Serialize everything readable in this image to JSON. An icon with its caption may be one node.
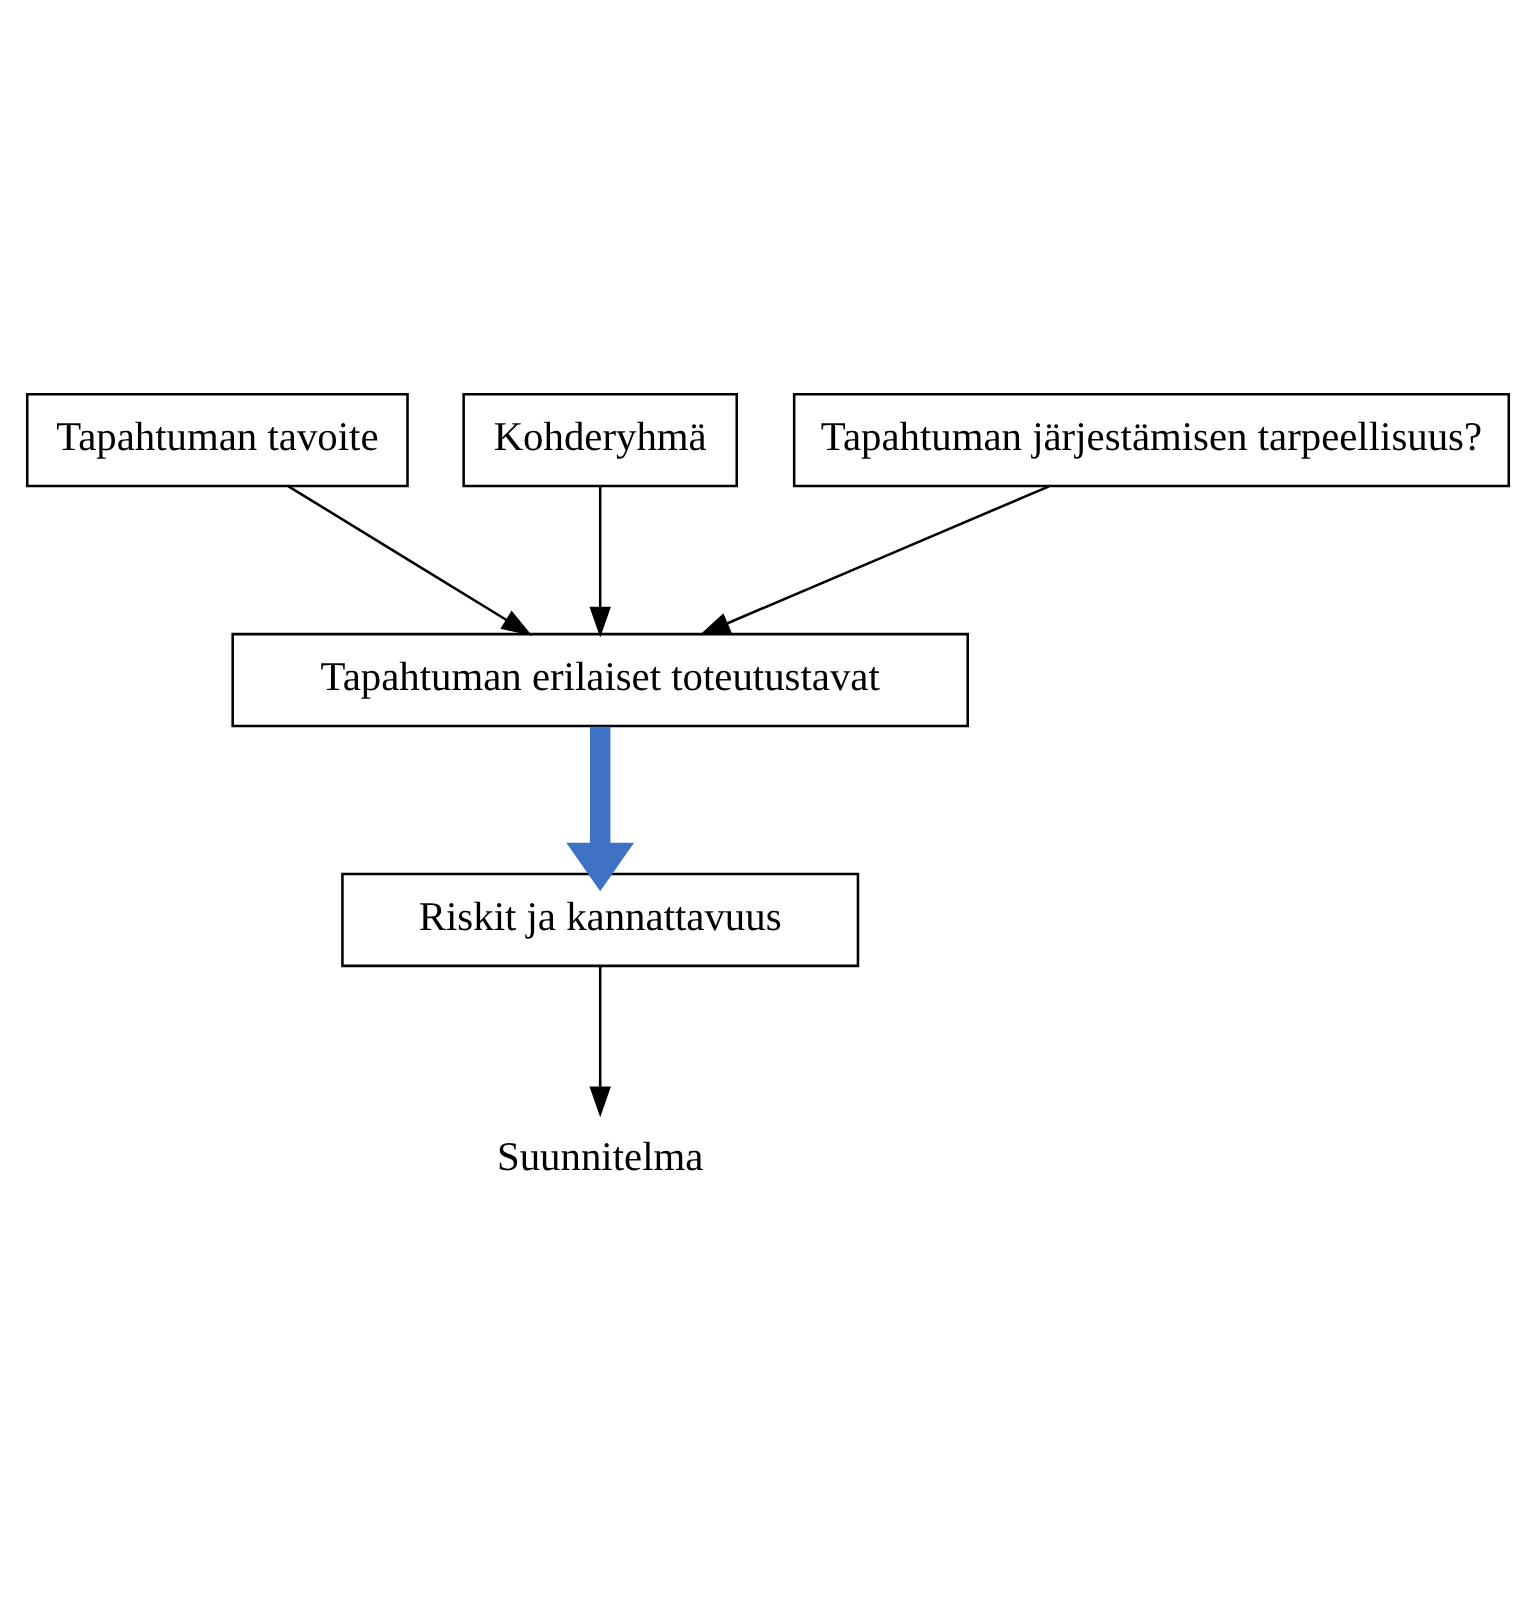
{
  "diagram": {
    "nodes": [
      {
        "text": [
          "Tapahtuman tavoite"
        ]
      },
      {
        "text": [
          "Kohderyhmä"
        ]
      },
      {
        "text": [
          "Tapahtuman järjestämisen tarpeellisuus?"
        ]
      },
      {
        "text": [
          "Tapahtuman erilaiset toteutustavat"
        ]
      },
      {
        "text": [
          "Riskit ja kannattavuus"
        ]
      },
      {
        "text": [
          "Suunnitelma"
        ]
      }
    ],
    "edges": [
      {
        "from": 0,
        "to": 3,
        "arrow": "to"
      },
      {
        "from": 1,
        "to": 3,
        "arrow": "to"
      },
      {
        "from": 2,
        "to": 3,
        "arrow": "to"
      },
      {
        "from": 3,
        "to": 4,
        "arrow": "to",
        "style": "thick",
        "color": "#3d72c4"
      },
      {
        "from": 4,
        "to": 5,
        "arrow": "to"
      }
    ]
  }
}
